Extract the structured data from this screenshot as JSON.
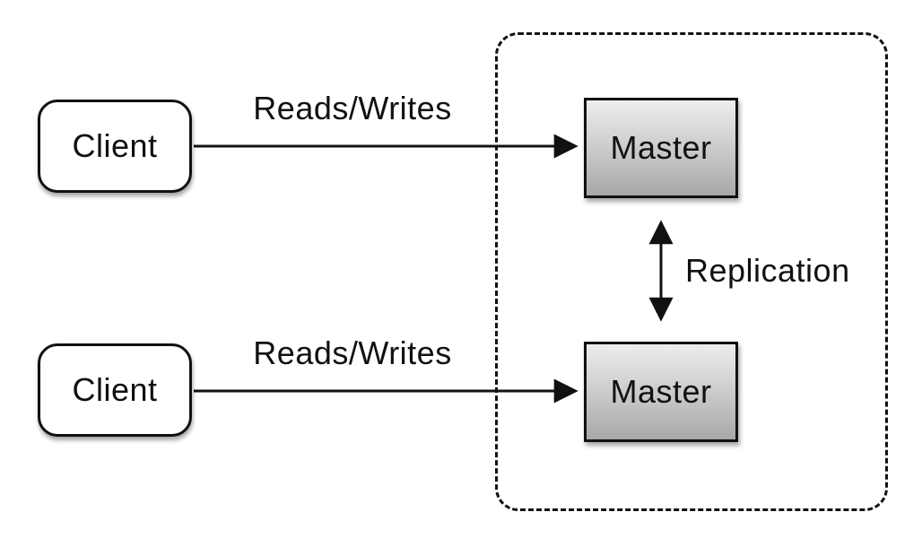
{
  "nodes": {
    "clients": [
      {
        "label": "Client"
      },
      {
        "label": "Client"
      }
    ],
    "masters": [
      {
        "label": "Master"
      },
      {
        "label": "Master"
      }
    ]
  },
  "edges": {
    "client_top_to_master_top": {
      "label": "Reads/Writes"
    },
    "client_bottom_to_master_bottom": {
      "label": "Reads/Writes"
    },
    "master_to_master": {
      "label": "Replication"
    }
  },
  "colors": {
    "line": "#111111",
    "client_fill": "#ffffff",
    "master_fill_top": "#ededed",
    "master_fill_bottom": "#a8a8a8",
    "background": "#ffffff"
  }
}
